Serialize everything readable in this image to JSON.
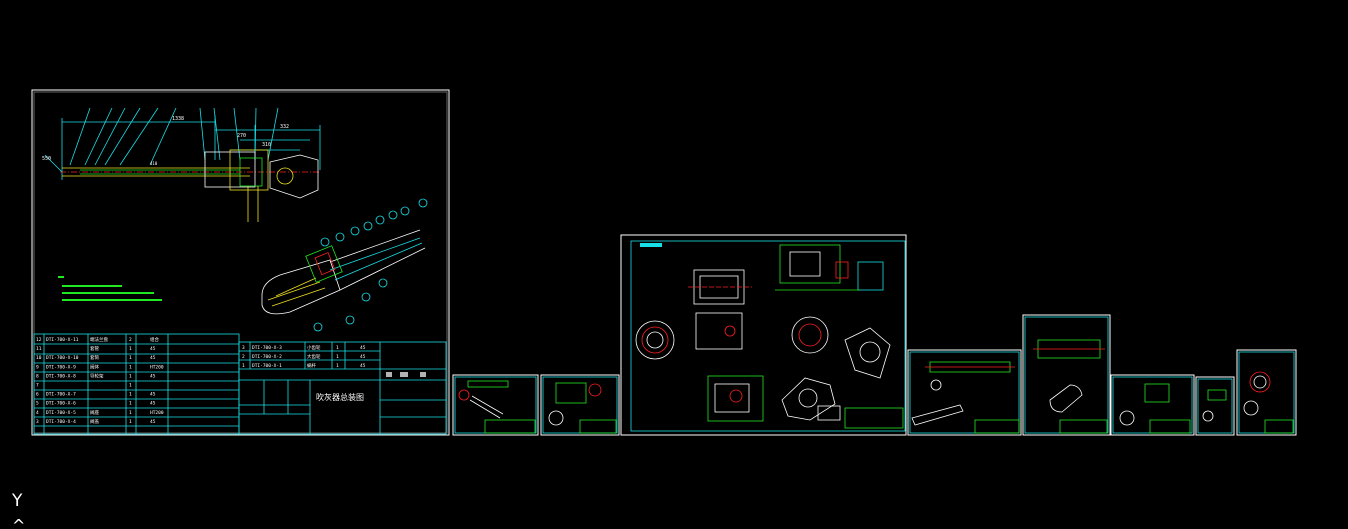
{
  "ucs": {
    "y_label": "Y",
    "arrow_glyph": "^"
  },
  "main_sheet": {
    "title_block": {
      "drawing_name": "吹灰器总装图"
    },
    "parts_list": {
      "rows": [
        {
          "no": "12",
          "code": "DTI-700-X-11",
          "name": "端法兰盘",
          "qty": "2",
          "material": "组合"
        },
        {
          "no": "11",
          "code": "",
          "name": "套管",
          "qty": "1",
          "material": "45"
        },
        {
          "no": "10",
          "code": "DTI-700-X-10",
          "name": "套筒",
          "qty": "1",
          "material": "45"
        },
        {
          "no": "9",
          "code": "DTI-700-X-9",
          "name": "阀体",
          "qty": "1",
          "material": "HT200"
        },
        {
          "no": "8",
          "code": "DTI-700-X-8",
          "name": "导轮架",
          "qty": "1",
          "material": "45"
        },
        {
          "no": "7",
          "code": "",
          "name": "",
          "qty": "1",
          "material": ""
        },
        {
          "no": "6",
          "code": "DTI-700-X-7",
          "name": "",
          "qty": "1",
          "material": "45"
        },
        {
          "no": "5",
          "code": "DTI-700-X-6",
          "name": "",
          "qty": "1",
          "material": "45"
        },
        {
          "no": "4",
          "code": "DTI-700-X-5",
          "name": "阀座",
          "qty": "1",
          "material": "HT200"
        },
        {
          "no": "3",
          "code": "DTI-700-X-4",
          "name": "阀盖",
          "qty": "1",
          "material": "45"
        }
      ],
      "upper_rows": [
        {
          "no": "3",
          "code": "DTI-700-X-3",
          "name": "小齿轮",
          "qty": "1",
          "material": "45"
        },
        {
          "no": "2",
          "code": "DTI-700-X-2",
          "name": "大齿轮",
          "qty": "1",
          "material": "45"
        },
        {
          "no": "1",
          "code": "DTI-700-X-1",
          "name": "蜗杆",
          "qty": "1",
          "material": "45"
        }
      ]
    },
    "dimensions": [
      "1338",
      "270",
      "332",
      "310",
      "550",
      "410"
    ]
  },
  "colors": {
    "background": "#000000",
    "sheet_border": "#ffffff",
    "cyan": "#18e0e8",
    "green": "#22e822",
    "yellow": "#f0e020",
    "red": "#ff2020"
  }
}
